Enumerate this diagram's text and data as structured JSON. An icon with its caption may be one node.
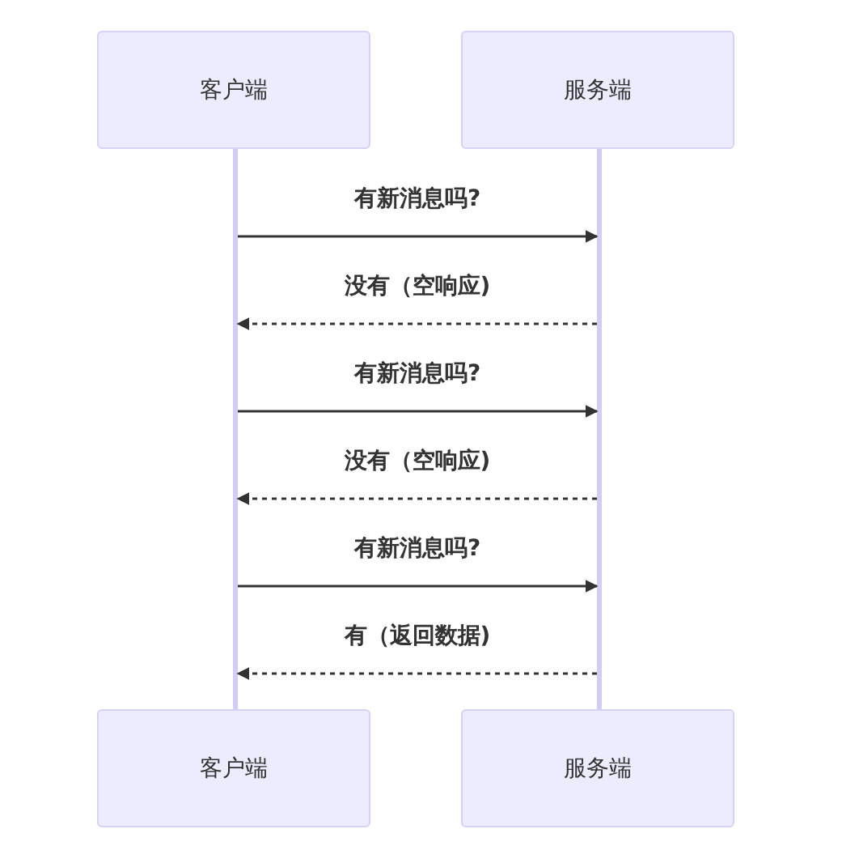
{
  "diagram": {
    "nodes": [
      {
        "text": [
          "客户端"
        ]
      },
      {
        "text": [
          "服务端"
        ]
      },
      {
        "text": [],
        "shape": "bar"
      },
      {
        "text": [],
        "shape": "bar"
      },
      {
        "text": [
          "客户端"
        ]
      },
      {
        "text": [
          "服务端"
        ]
      }
    ],
    "edges": [
      {
        "from": 2,
        "to": 3,
        "arrow": "to",
        "label": "有新消息吗?"
      },
      {
        "from": 3,
        "to": 2,
        "arrow": "to",
        "label": "没有（空响应)",
        "style": "dashed"
      },
      {
        "from": 2,
        "to": 3,
        "arrow": "to",
        "label": "有新消息吗?"
      },
      {
        "from": 3,
        "to": 2,
        "arrow": "to",
        "label": "没有（空响应)",
        "style": "dashed"
      },
      {
        "from": 2,
        "to": 3,
        "arrow": "to",
        "label": "有新消息吗?"
      },
      {
        "from": 3,
        "to": 2,
        "arrow": "to",
        "label": "有（返回数据)",
        "style": "dashed"
      }
    ]
  }
}
